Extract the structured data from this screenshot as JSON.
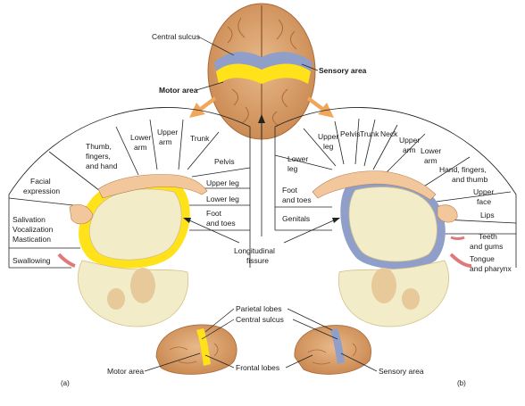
{
  "top": {
    "central_sulcus": "Central sulcus",
    "sensory_area": "Sensory area",
    "motor_area": "Motor area"
  },
  "motor_cortex": {
    "sectors": [
      "Facial expression",
      "Thumb, fingers, and hand",
      "Lower arm",
      "Upper arm",
      "Trunk",
      "Pelvis"
    ],
    "rows_left": [
      "Salivation",
      "Vocalization",
      "Mastication"
    ],
    "swallowing": "Swallowing",
    "rows_right": [
      "Upper leg",
      "Lower leg",
      "Foot and toes"
    ]
  },
  "sensory_cortex": {
    "sectors": [
      "Upper leg",
      "Pelvis",
      "Trunk",
      "Neck",
      "Upper arm",
      "Lower arm",
      "Hand, fingers, and thumb",
      "Upper face",
      "Lips"
    ],
    "lower_leg": "Lower leg",
    "rows_left": [
      "Foot and toes",
      "Genitals"
    ],
    "rows_right": [
      "Teeth and gums",
      "Tongue and pharynx"
    ]
  },
  "center": {
    "longitudinal_fissure": "Longitudinal fissure"
  },
  "bottom": {
    "parietal_lobes": "Parietal lobes",
    "central_sulcus": "Central sulcus",
    "motor_area": "Motor area",
    "frontal_lobes": "Frontal lobes",
    "sensory_area": "Sensory area",
    "label_a": "(a)",
    "label_b": "(b)"
  },
  "colors": {
    "brain": "#d9a56f",
    "brain_dark": "#b9794a",
    "motor": "#ffe21a",
    "sensory": "#8f9fc9",
    "section": "#f3ecc9",
    "arrow": "#f0a75a"
  }
}
